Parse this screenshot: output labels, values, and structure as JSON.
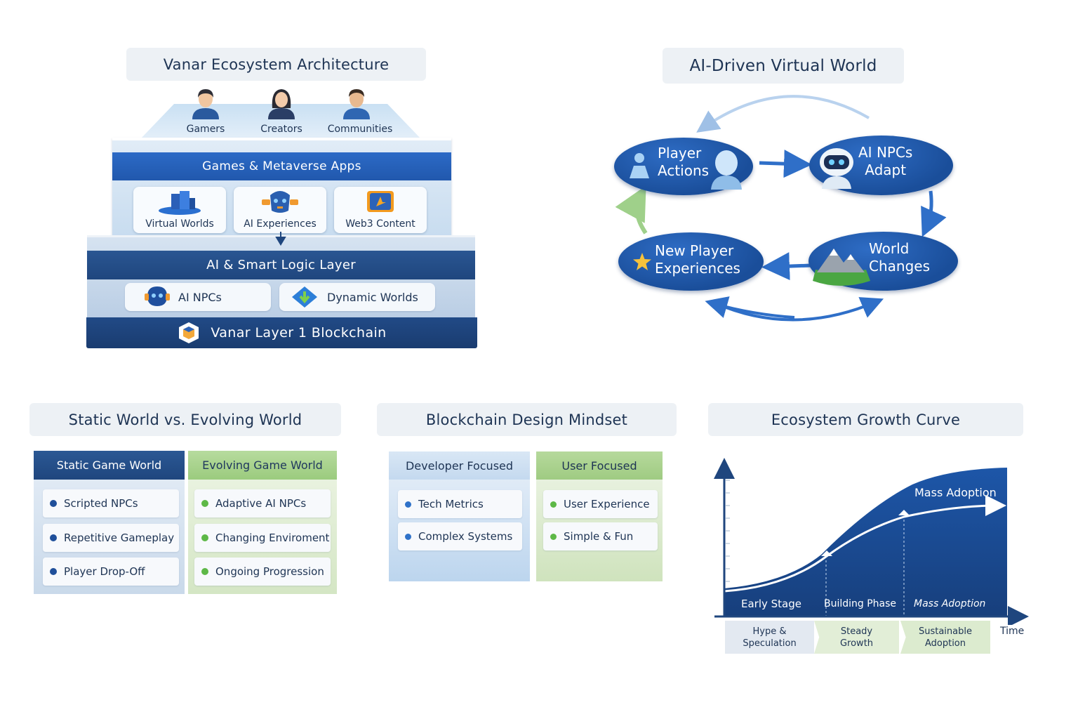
{
  "architecture": {
    "title": "Vanar Ecosystem Architecture",
    "users": [
      "Gamers",
      "Creators",
      "Communities"
    ],
    "apps_layer": "Games & Metaverse Apps",
    "apps": [
      "Virtual Worlds",
      "AI Experiences",
      "Web3 Content"
    ],
    "logic_layer": "AI & Smart Logic Layer",
    "logic_items": [
      "AI NPCs",
      "Dynamic Worlds"
    ],
    "chain_layer": "Vanar Layer 1 Blockchain"
  },
  "ai_world": {
    "title": "AI-Driven Virtual World",
    "nodes": [
      {
        "line1": "Player",
        "line2": "Actions"
      },
      {
        "line1": "AI NPCs",
        "line2": "Adapt"
      },
      {
        "line1": "World",
        "line2": "Changes"
      },
      {
        "line1": "New Player",
        "line2": "Experiences"
      }
    ]
  },
  "static_vs_evolving": {
    "title": "Static World vs. Evolving World",
    "left_header": "Static Game World",
    "right_header": "Evolving Game World",
    "left_items": [
      "Scripted NPCs",
      "Repetitive Gameplay",
      "Player Drop-Off"
    ],
    "right_items": [
      "Adaptive AI NPCs",
      "Changing Enviroment",
      "Ongoing Progression"
    ]
  },
  "design_mindset": {
    "title": "Blockchain Design Mindset",
    "left_header": "Developer Focused",
    "right_header": "User Focused",
    "left_items": [
      "Tech Metrics",
      "Complex Systems"
    ],
    "right_items": [
      "User Experience",
      "Simple & Fun"
    ]
  },
  "growth": {
    "title": "Ecosystem Growth Curve",
    "curve_label": "Mass Adoption",
    "stages": [
      "Early Stage",
      "Building Phase",
      "Mass Adoption"
    ],
    "x_axis_label": "Time",
    "phases": [
      {
        "line1": "Hype &",
        "line2": "Speculation"
      },
      {
        "line1": "Steady",
        "line2": "Growth"
      },
      {
        "line1": "Sustainable",
        "line2": "Adoption"
      }
    ]
  },
  "colors": {
    "navy": "#1f467e",
    "blue": "#2158ad",
    "light_blue": "#dce8f5",
    "green_header": "#a8d08d",
    "green_panel": "#e5f0dc",
    "blue_dot": "#2f72c9",
    "green_dot": "#5db847"
  }
}
